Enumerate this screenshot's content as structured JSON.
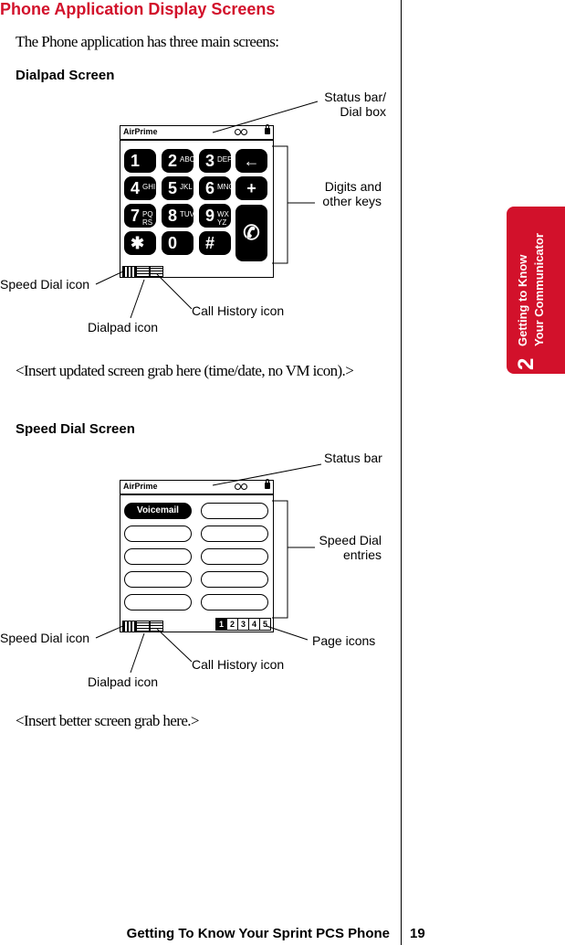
{
  "heading": "Phone Application Display Screens",
  "intro": "The Phone application has three main screens:",
  "sections": [
    {
      "title": "Dialpad Screen",
      "screen_title": "AirPrime",
      "keys": [
        {
          "digit": "1",
          "letters": ""
        },
        {
          "digit": "2",
          "letters": "ABC"
        },
        {
          "digit": "3",
          "letters": "DEF"
        },
        {
          "digit": "4",
          "letters": "GHI"
        },
        {
          "digit": "5",
          "letters": "JKL"
        },
        {
          "digit": "6",
          "letters": "MNO"
        },
        {
          "digit": "7",
          "letters": "PQ RS"
        },
        {
          "digit": "8",
          "letters": "TUV"
        },
        {
          "digit": "9",
          "letters": "WX YZ"
        },
        {
          "digit": "✱",
          "letters": ""
        },
        {
          "digit": "0",
          "letters": ""
        },
        {
          "digit": "#",
          "letters": ""
        }
      ],
      "side_keys": [
        "←",
        "+",
        "✆"
      ],
      "callouts": {
        "status": "Status bar/\nDial box",
        "keys": "Digits and\nother keys",
        "speed_dial_icon": "Speed Dial icon",
        "dialpad_icon": "Dialpad icon",
        "call_history_icon": "Call History icon"
      },
      "note": "<Insert updated screen grab here (time/date, no VM icon).>"
    },
    {
      "title": "Speed Dial Screen",
      "screen_title": "AirPrime",
      "first_entry": "Voicemail",
      "pages": [
        "1",
        "2",
        "3",
        "4",
        "5"
      ],
      "callouts": {
        "status": "Status bar",
        "entries": "Speed Dial\nentries",
        "speed_dial_icon": "Speed Dial icon",
        "page_icons": "Page icons",
        "dialpad_icon": "Dialpad icon",
        "call_history_icon": "Call History icon"
      },
      "note": "<Insert better screen grab here.>"
    }
  ],
  "side_tab": {
    "chapter": "2",
    "line1": "Getting to Know",
    "line2": "Your Communicator"
  },
  "footer": {
    "title": "Getting To Know Your Sprint PCS Phone",
    "page": "19"
  },
  "colors": {
    "accent": "#d2112b"
  }
}
